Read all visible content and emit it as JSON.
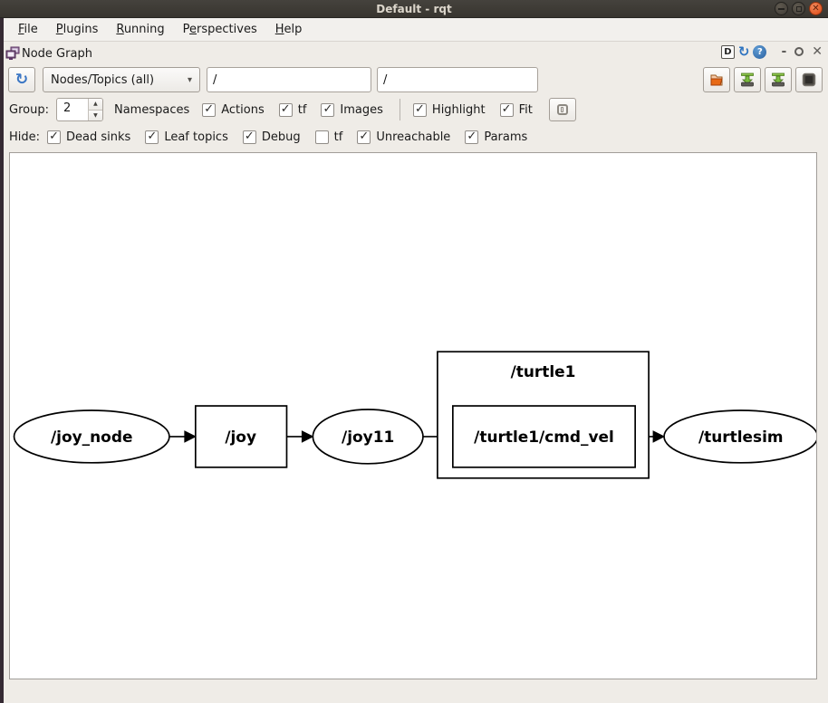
{
  "window": {
    "title": "Default - rqt"
  },
  "menu": {
    "items": [
      {
        "label": "File",
        "pre": "",
        "key": "F",
        "post": "ile"
      },
      {
        "label": "Plugins",
        "pre": "",
        "key": "P",
        "post": "lugins"
      },
      {
        "label": "Running",
        "pre": "",
        "key": "R",
        "post": "unning"
      },
      {
        "label": "Perspectives",
        "pre": "P",
        "key": "e",
        "post": "rspectives"
      },
      {
        "label": "Help",
        "pre": "",
        "key": "H",
        "post": "elp"
      }
    ]
  },
  "dock": {
    "title": "Node Graph",
    "d_button": "D",
    "help_glyph": "?",
    "minimize_glyph": "-",
    "float_glyph": "O",
    "close_glyph": "✕"
  },
  "toolbar": {
    "combo_value": "Nodes/Topics (all)",
    "combo_arrow": "▾",
    "filter_primary": "/",
    "filter_secondary": "/"
  },
  "group_row": {
    "label": "Group:",
    "spin_value": "2",
    "namespaces_label": "Namespaces",
    "checks": [
      {
        "label": "Actions",
        "checked": true
      },
      {
        "label": "tf",
        "checked": true
      },
      {
        "label": "Images",
        "checked": true
      }
    ],
    "highlight": {
      "label": "Highlight",
      "checked": true
    },
    "fit": {
      "label": "Fit",
      "checked": true
    }
  },
  "hide_row": {
    "label": "Hide:",
    "checks": [
      {
        "label": "Dead sinks",
        "checked": true
      },
      {
        "label": "Leaf topics",
        "checked": true
      },
      {
        "label": "Debug",
        "checked": true
      },
      {
        "label": "tf",
        "checked": false
      },
      {
        "label": "Unreachable",
        "checked": true
      },
      {
        "label": "Params",
        "checked": true
      }
    ]
  },
  "graph": {
    "namespace_label": "/turtle1",
    "nodes": [
      {
        "id": "joy_node",
        "label": "/joy_node",
        "shape": "ellipse"
      },
      {
        "id": "joy",
        "label": "/joy",
        "shape": "box"
      },
      {
        "id": "joy11",
        "label": "/joy11",
        "shape": "ellipse"
      },
      {
        "id": "turtle1_cmd_vel",
        "label": "/turtle1/cmd_vel",
        "shape": "box"
      },
      {
        "id": "turtlesim",
        "label": "/turtlesim",
        "shape": "ellipse"
      }
    ],
    "edges": [
      [
        "/joy_node",
        "/joy"
      ],
      [
        "/joy",
        "/joy11"
      ],
      [
        "/joy11",
        "/turtle1/cmd_vel"
      ],
      [
        "/turtle1/cmd_vel",
        "/turtlesim"
      ]
    ]
  },
  "icons": {
    "refresh": "↻",
    "reload": "↻",
    "checkmark": "✓",
    "spin_up": "▲",
    "spin_down": "▼"
  },
  "colors": {
    "titlebar_bg": "#3c3934",
    "close_button": "#dd4814",
    "accent_blue": "#2f74c0",
    "plugin_purple": "#75507b",
    "background": "#efece7",
    "canvas_border": "#a19d99",
    "save_arrow_green": "#7cbf3f",
    "load_folder_orange": "#e86a17"
  }
}
